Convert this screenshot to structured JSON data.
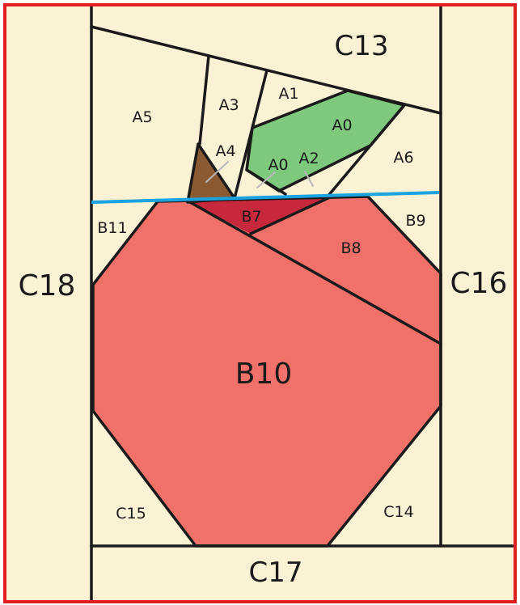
{
  "colors": {
    "background": "#fbf2d6",
    "border": "#e02020",
    "apple": "#f0706a",
    "apple_dark": "#c8283c",
    "leaf": "#7ec97e",
    "stem": "#8a5a32",
    "cut_line": "#1aa3e0",
    "seam": "#1a1a1a"
  },
  "pieces": {
    "a0_leaf": "A0",
    "a0_small": "A0",
    "a1": "A1",
    "a2": "A2",
    "a3": "A3",
    "a4": "A4",
    "a5": "A5",
    "a6": "A6",
    "b7": "B7",
    "b8": "B8",
    "b9": "B9",
    "b10": "B10",
    "b11": "B11",
    "c13": "C13",
    "c14": "C14",
    "c15": "C15",
    "c16": "C16",
    "c17": "C17",
    "c18": "C18"
  }
}
